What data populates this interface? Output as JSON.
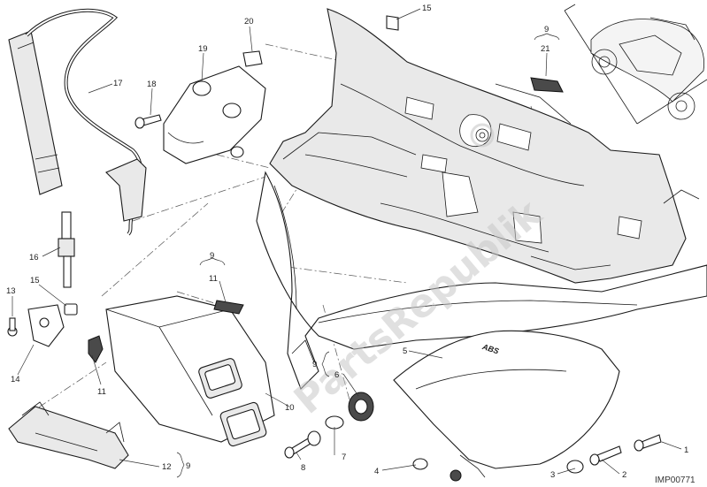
{
  "callouts": {
    "c1": "1",
    "c2": "2",
    "c3": "3",
    "c4": "4",
    "c5": "5",
    "c6": "6",
    "c7": "7",
    "c8": "8",
    "c9a": "9",
    "c9b": "9",
    "c9c": "9",
    "c9d": "9",
    "c10": "10",
    "c11a": "11",
    "c11b": "11",
    "c12": "12",
    "c13": "13",
    "c14": "14",
    "c15a": "15",
    "c15b": "15",
    "c16": "16",
    "c17": "17",
    "c18": "18",
    "c19": "19",
    "c20": "20",
    "c21": "21"
  },
  "abs_mark": "ABS",
  "watermark": "PartsRepublik",
  "image_ref": "IMP00771"
}
